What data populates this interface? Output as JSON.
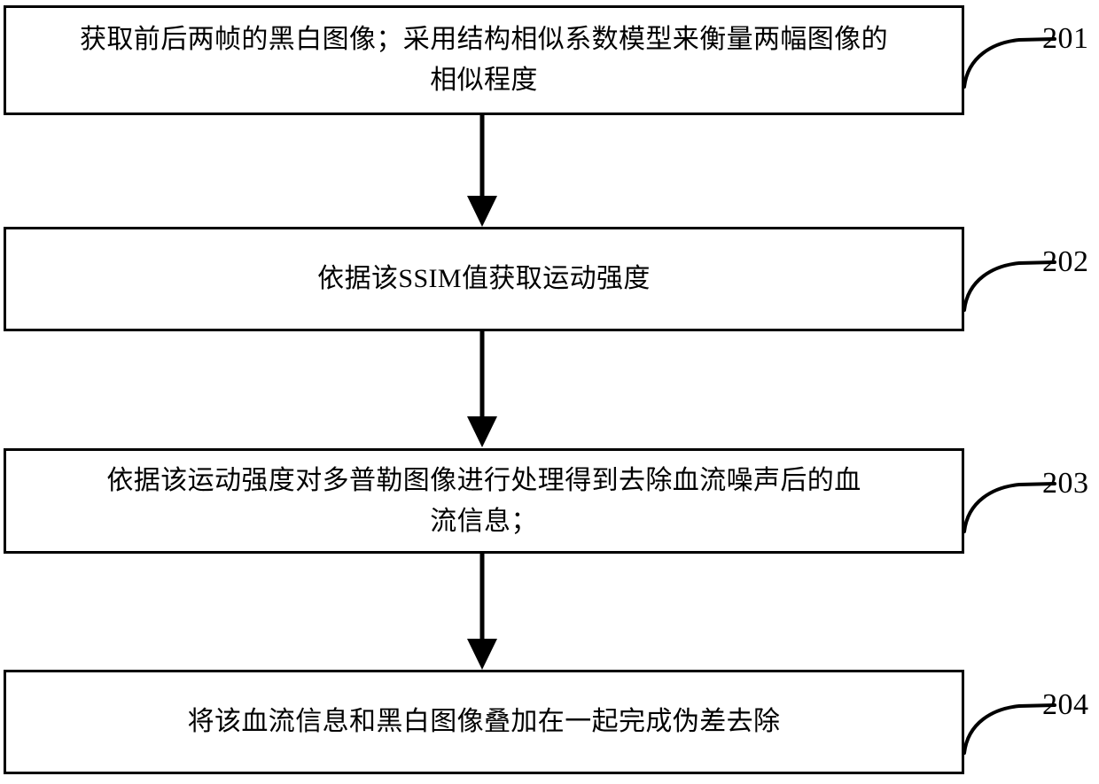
{
  "diagram": {
    "type": "flowchart",
    "orientation": "vertical",
    "background_color": "#ffffff",
    "line_color": "#000000",
    "steps": [
      {
        "ref": "201",
        "text": "获取前后两帧的黑白图像；采用结构相似系数模型来衡量两幅图像的\n相似程度"
      },
      {
        "ref": "202",
        "text": "依据该SSIM值获取运动强度"
      },
      {
        "ref": "203",
        "text": "依据该运动强度对多普勒图像进行处理得到去除血流噪声后的血\n流信息；"
      },
      {
        "ref": "204",
        "text": "将该血流信息和黑白图像叠加在一起完成伪差去除"
      }
    ],
    "connectors": [
      {
        "from": "201",
        "to": "202",
        "style": "solid-arrow-down"
      },
      {
        "from": "202",
        "to": "203",
        "style": "solid-arrow-down"
      },
      {
        "from": "203",
        "to": "204",
        "style": "solid-arrow-down"
      }
    ]
  }
}
